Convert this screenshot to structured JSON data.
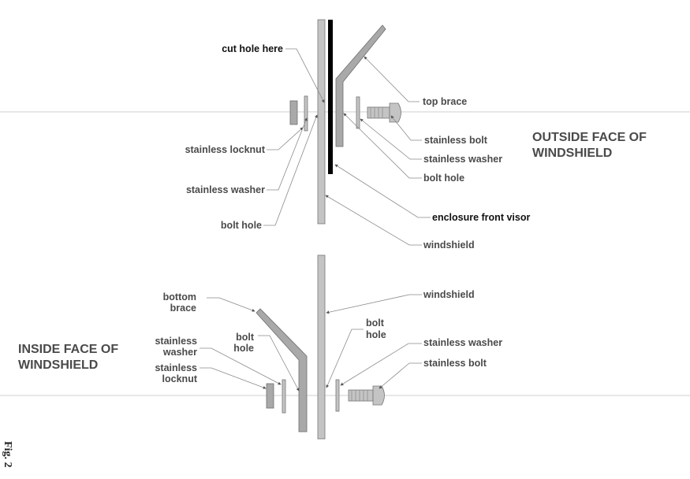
{
  "upper": {
    "cut_hole": "cut hole here",
    "top_brace": "top brace",
    "bolt": "stainless bolt",
    "washer_right": "stainless washer",
    "bolt_hole_right": "bolt hole",
    "visor": "enclosure front visor",
    "windshield": "windshield",
    "locknut": "stainless locknut",
    "washer_left": "stainless washer",
    "bolt_hole_left": "bolt hole",
    "face_title_line1": "OUTSIDE FACE OF",
    "face_title_line2": "WINDSHIELD"
  },
  "lower": {
    "bottom_brace_line1": "bottom",
    "bottom_brace_line2": "brace",
    "windshield": "windshield",
    "bolt_hole_right_line1": "bolt",
    "bolt_hole_right_line2": "hole",
    "washer_right": "stainless washer",
    "bolt": "stainless bolt",
    "washer_left_line1": "stainless",
    "washer_left_line2": "washer",
    "bolt_hole_left_line1": "bolt",
    "bolt_hole_left_line2": "hole",
    "locknut_line1": "stainless",
    "locknut_line2": "locknut",
    "face_title_line1": "INSIDE FACE OF",
    "face_title_line2": "WINDSHIELD"
  },
  "figure_label": "Fig. 2"
}
